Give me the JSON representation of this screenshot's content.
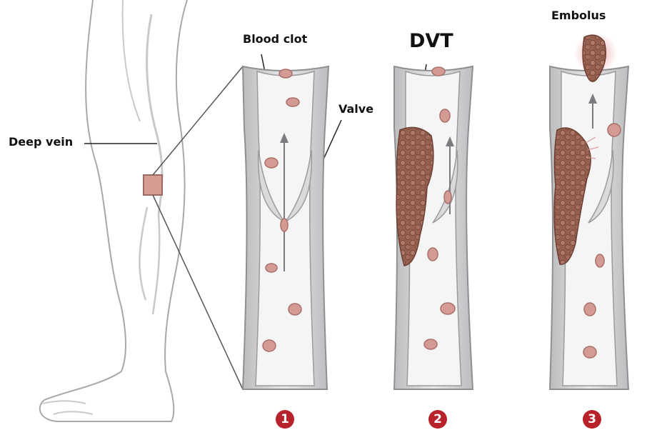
{
  "labels": {
    "blood_clot": "Blood clot",
    "dvt": "DVT",
    "embolus": "Embolus",
    "valve": "Valve",
    "deep_vein": "Deep vein"
  },
  "steps": [
    "1",
    "2",
    "3"
  ],
  "colors": {
    "vein_wall": "#d9d9dc",
    "vein_edge": "#8f8f92",
    "lumen": "#f4f4f5",
    "clot": "#8d5a4e",
    "red_cell": "#d49a94",
    "badge": "#b8222b",
    "embolus_glow": "#f3b7b7",
    "leg_outline": "#a8a8aa"
  }
}
